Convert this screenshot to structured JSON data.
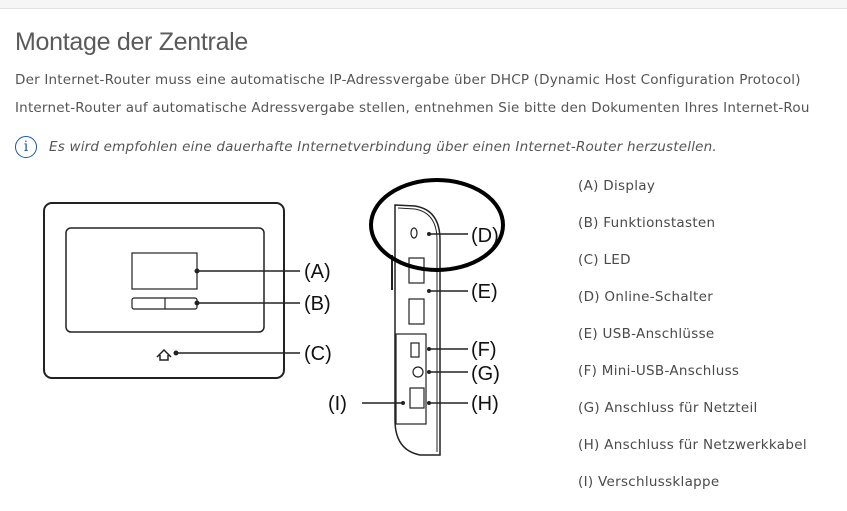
{
  "page": {
    "title": "Montage der Zentrale",
    "paragraph_lines": [
      "Der Internet-Router muss eine automatische IP-Adressvergabe über DHCP (Dynamic Host Configuration Protocol)",
      "Internet-Router auf automatische Adressvergabe stellen, entnehmen Sie bitte den Dokumenten Ihres Internet-Rou"
    ],
    "info_icon": "info-circle-icon",
    "info_text": "Es wird empfohlen eine dauerhafte Internetverbindung über einen Internet-Router herzustellen."
  },
  "diagram": {
    "labels": {
      "a": "(A)",
      "b": "(B)",
      "c": "(C)",
      "d": "(D)",
      "e": "(E)",
      "f": "(F)",
      "g": "(G)",
      "h": "(H)",
      "i": "(I)"
    }
  },
  "legend": [
    "(A) Display",
    "(B) Funktionstasten",
    "(C) LED",
    "(D) Online-Schalter",
    "(E) USB-Anschlüsse",
    "(F) Mini-USB-Anschluss",
    "(G) Anschluss für Netzteil",
    "(H) Anschluss für Netzwerkkabel",
    "(I) Verschlussklappe"
  ]
}
